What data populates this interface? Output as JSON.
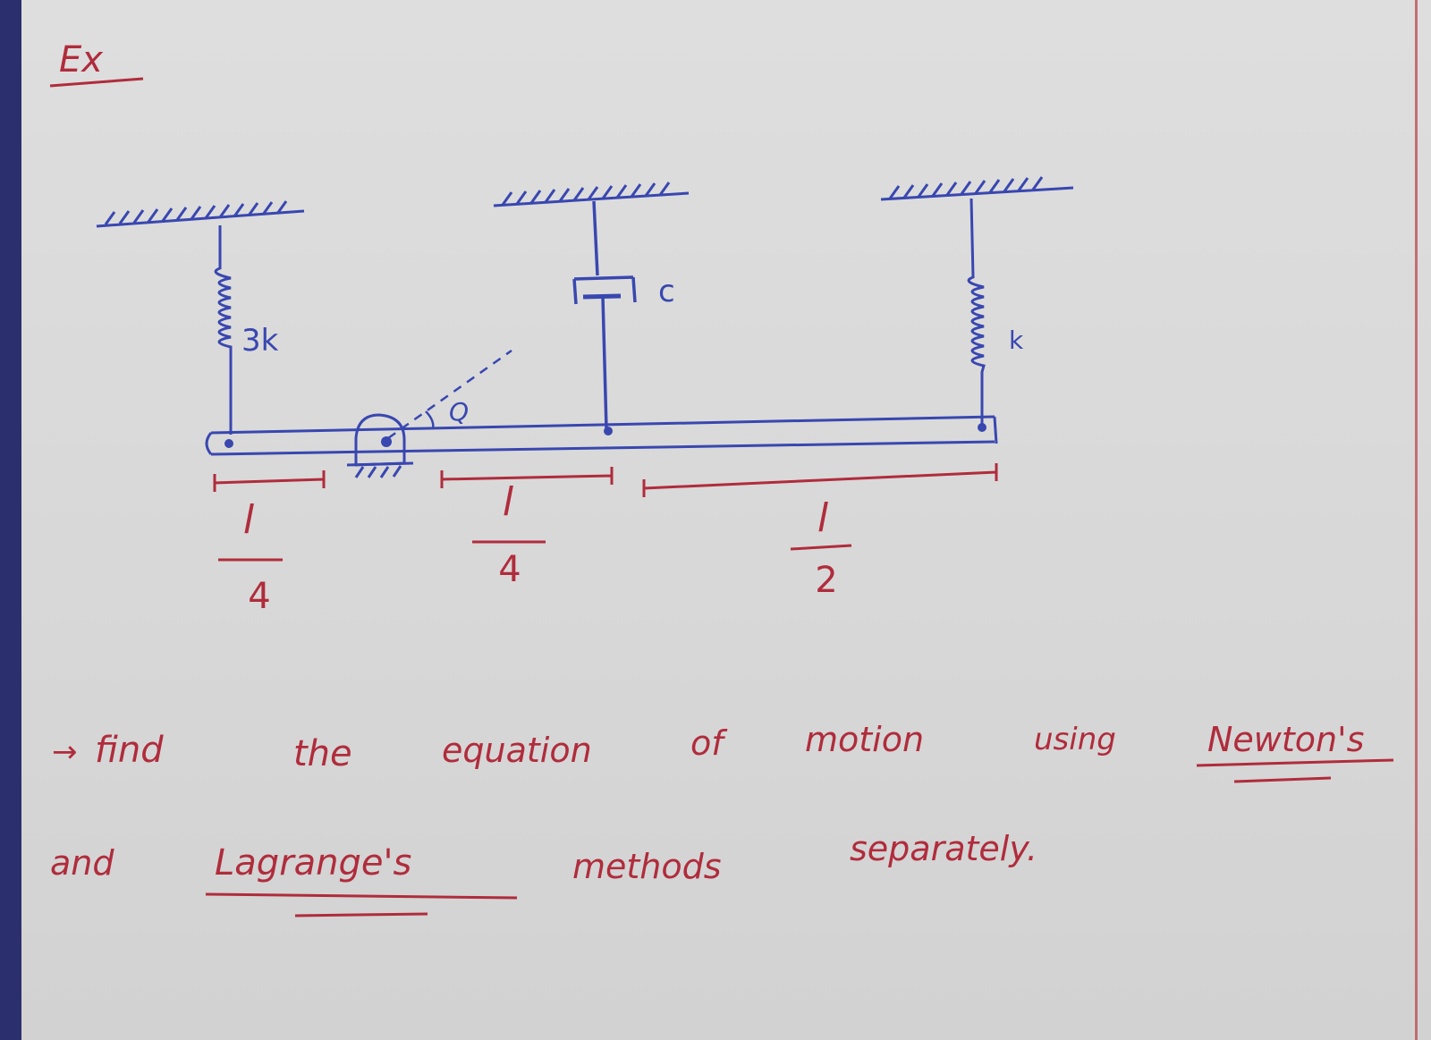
{
  "heading": "Ex",
  "labels": {
    "left_spring": "3k",
    "damper": "c",
    "right_spring": "k",
    "angle": "Q"
  },
  "dimensions": [
    {
      "numerator": "l",
      "denominator": "4"
    },
    {
      "numerator": "l",
      "denominator": "4"
    },
    {
      "numerator": "l",
      "denominator": "2"
    }
  ],
  "question": {
    "line1": {
      "arrow": "→",
      "words": [
        "find",
        "the",
        "equation",
        "of",
        "motion",
        "using",
        "Newton's"
      ]
    },
    "line2": {
      "words": [
        "and",
        "Lagrange's",
        "methods",
        "separately."
      ]
    }
  },
  "colors": {
    "ink_red": "#b02c3c",
    "ink_blue": "#3947b0",
    "paper": "#dadada",
    "background": "#2c2f6e"
  }
}
